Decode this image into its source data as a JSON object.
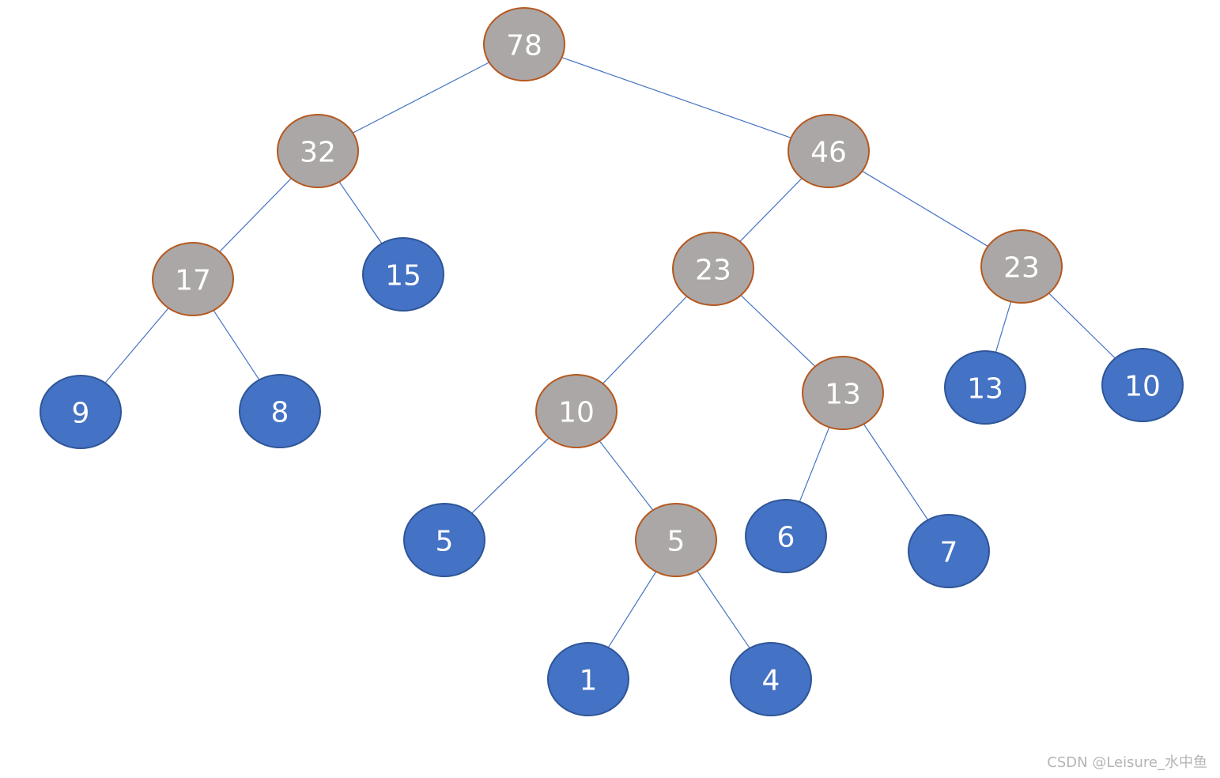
{
  "colors": {
    "internal_fill": "#ABA7A6",
    "internal_stroke": "#B5581F",
    "leaf_fill": "#4472C4",
    "leaf_stroke": "#2F5597",
    "edge": "#4472C4",
    "label": "#FFFFFF"
  },
  "tree": {
    "nodes": [
      {
        "id": "n78",
        "label": "78",
        "kind": "internal"
      },
      {
        "id": "n32",
        "label": "32",
        "kind": "internal"
      },
      {
        "id": "n46",
        "label": "46",
        "kind": "internal"
      },
      {
        "id": "n17",
        "label": "17",
        "kind": "internal"
      },
      {
        "id": "n15",
        "label": "15",
        "kind": "leaf"
      },
      {
        "id": "n23a",
        "label": "23",
        "kind": "internal"
      },
      {
        "id": "n23b",
        "label": "23",
        "kind": "internal"
      },
      {
        "id": "n9",
        "label": "9",
        "kind": "leaf"
      },
      {
        "id": "n8",
        "label": "8",
        "kind": "leaf"
      },
      {
        "id": "n10a",
        "label": "10",
        "kind": "internal"
      },
      {
        "id": "n13a",
        "label": "13",
        "kind": "internal"
      },
      {
        "id": "n13b",
        "label": "13",
        "kind": "leaf"
      },
      {
        "id": "n10b",
        "label": "10",
        "kind": "leaf"
      },
      {
        "id": "n5a",
        "label": "5",
        "kind": "leaf"
      },
      {
        "id": "n5b",
        "label": "5",
        "kind": "internal"
      },
      {
        "id": "n6",
        "label": "6",
        "kind": "leaf"
      },
      {
        "id": "n7",
        "label": "7",
        "kind": "leaf"
      },
      {
        "id": "n1",
        "label": "1",
        "kind": "leaf"
      },
      {
        "id": "n4",
        "label": "4",
        "kind": "leaf"
      }
    ],
    "edges": [
      [
        "n78",
        "n32"
      ],
      [
        "n78",
        "n46"
      ],
      [
        "n32",
        "n17"
      ],
      [
        "n32",
        "n15"
      ],
      [
        "n46",
        "n23a"
      ],
      [
        "n46",
        "n23b"
      ],
      [
        "n17",
        "n9"
      ],
      [
        "n17",
        "n8"
      ],
      [
        "n23a",
        "n10a"
      ],
      [
        "n23a",
        "n13a"
      ],
      [
        "n23b",
        "n13b"
      ],
      [
        "n23b",
        "n10b"
      ],
      [
        "n10a",
        "n5a"
      ],
      [
        "n10a",
        "n5b"
      ],
      [
        "n13a",
        "n6"
      ],
      [
        "n13a",
        "n7"
      ],
      [
        "n5b",
        "n1"
      ],
      [
        "n5b",
        "n4"
      ]
    ]
  },
  "watermark": "CSDN @Leisure_水中鱼"
}
